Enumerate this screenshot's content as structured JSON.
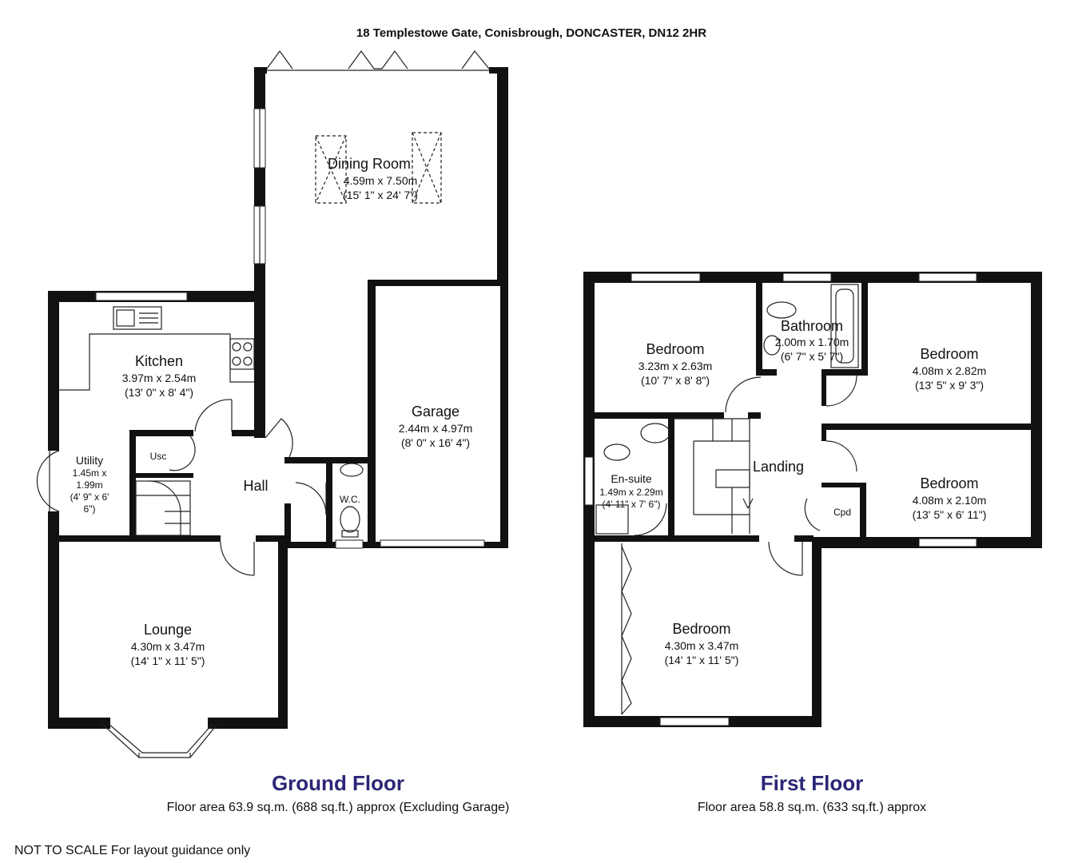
{
  "address": "18 Templestowe Gate, Conisbrough, DONCASTER, DN12 2HR",
  "disclaimer": "NOT TO SCALE For layout guidance only",
  "ground_floor": {
    "title": "Ground Floor",
    "area": "Floor area 63.9 sq.m. (688 sq.ft.) approx (Excluding Garage)",
    "rooms": {
      "dining": {
        "name": "Dining Room",
        "metric": "4.59m x 7.50m",
        "imperial": "(15' 1\" x 24' 7\")"
      },
      "kitchen": {
        "name": "Kitchen",
        "metric": "3.97m x 2.54m",
        "imperial": "(13' 0\" x 8' 4\")"
      },
      "garage": {
        "name": "Garage",
        "metric": "2.44m x 4.97m",
        "imperial": "(8' 0\" x 16' 4\")"
      },
      "utility": {
        "name": "Utility",
        "metric_1": "1.45m x",
        "metric_2": "1.99m",
        "imperial_1": "(4' 9\" x 6'",
        "imperial_2": "6\")"
      },
      "usc": {
        "name": "Usc"
      },
      "hall": {
        "name": "Hall"
      },
      "wc": {
        "name": "W.C."
      },
      "lounge": {
        "name": "Lounge",
        "metric": "4.30m x 3.47m",
        "imperial": "(14' 1\" x 11' 5\")"
      }
    }
  },
  "first_floor": {
    "title": "First Floor",
    "area": "Floor area 58.8 sq.m. (633 sq.ft.) approx",
    "rooms": {
      "bedroom_back_left": {
        "name": "Bedroom",
        "metric": "3.23m x 2.63m",
        "imperial": "(10' 7\" x 8' 8\")"
      },
      "bathroom": {
        "name": "Bathroom",
        "metric": "2.00m x 1.70m",
        "imperial": "(6' 7\" x 5' 7\")"
      },
      "bedroom_back_right": {
        "name": "Bedroom",
        "metric": "4.08m x 2.82m",
        "imperial": "(13' 5\" x 9' 3\")"
      },
      "ensuite": {
        "name": "En-suite",
        "metric": "1.49m x 2.29m",
        "imperial": "(4' 11\" x 7' 6\")"
      },
      "landing": {
        "name": "Landing"
      },
      "bedroom_front_right": {
        "name": "Bedroom",
        "metric": "4.08m x 2.10m",
        "imperial": "(13' 5\" x 6' 11\")"
      },
      "cpd": {
        "name": "Cpd"
      },
      "bedroom_front_main": {
        "name": "Bedroom",
        "metric": "4.30m x 3.47m",
        "imperial": "(14' 1\" x 11' 5\")"
      }
    }
  },
  "colors": {
    "walls": "#111111",
    "floor_title": "#2b2675"
  }
}
